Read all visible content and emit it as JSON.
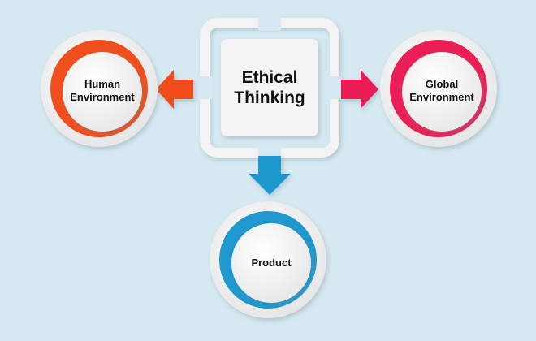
{
  "center": {
    "title": "Ethical\nThinking"
  },
  "nodes": {
    "left": {
      "label": "Human\nEnvironment",
      "color": "#f04e1c"
    },
    "right": {
      "label": "Global\nEnvironment",
      "color": "#ea1f55"
    },
    "bottom": {
      "label": "Product",
      "color": "#1e98cf"
    }
  },
  "colors": {
    "background": "#d6e9f1",
    "frame": "#f2f2f2"
  },
  "icons": {
    "left_arrow": "arrow-left-icon",
    "right_arrow": "arrow-right-icon",
    "down_arrow": "arrow-down-icon"
  }
}
